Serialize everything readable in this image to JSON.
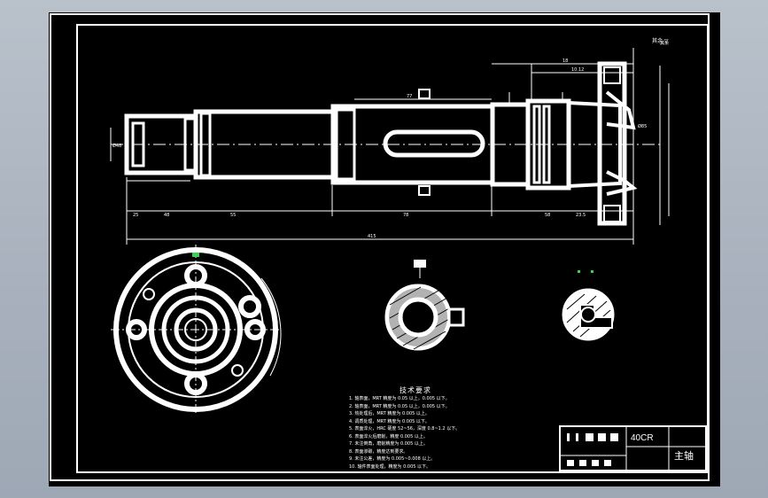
{
  "title_block": {
    "material": "40CR",
    "part_name": "主轴"
  },
  "notes": {
    "heading": "技术要求",
    "lines": [
      "1. 轴表面，MRT 精度为 0.05 以上，0.005 以下。",
      "2. 轴表面，MRT 精度为 0.05 以上，0.005 以下。",
      "3. 热处理后，MRT 精度为 0.005 以上。",
      "4. 调质处理，MRT 精度为 0.005 以下。",
      "5. 表面淬火，HRC 硬度 52~56，深度 0.8~1.2 以下。",
      "6. 表面淬火后磨削，精度 0.005 以上。",
      "7. 未注倒角，磨削精度为 0.005 以上。",
      "8. 表面渗碳，精度达到要求。",
      "9. 未注公差，精度为 0.005~0.008 以上。",
      "10. 轴件表面处理，精度为 0.005 以下。"
    ]
  },
  "surface_finish": "其余 ▽",
  "colors": {
    "background": "#000000",
    "lines": "#ffffff",
    "accent": "#39d353"
  }
}
